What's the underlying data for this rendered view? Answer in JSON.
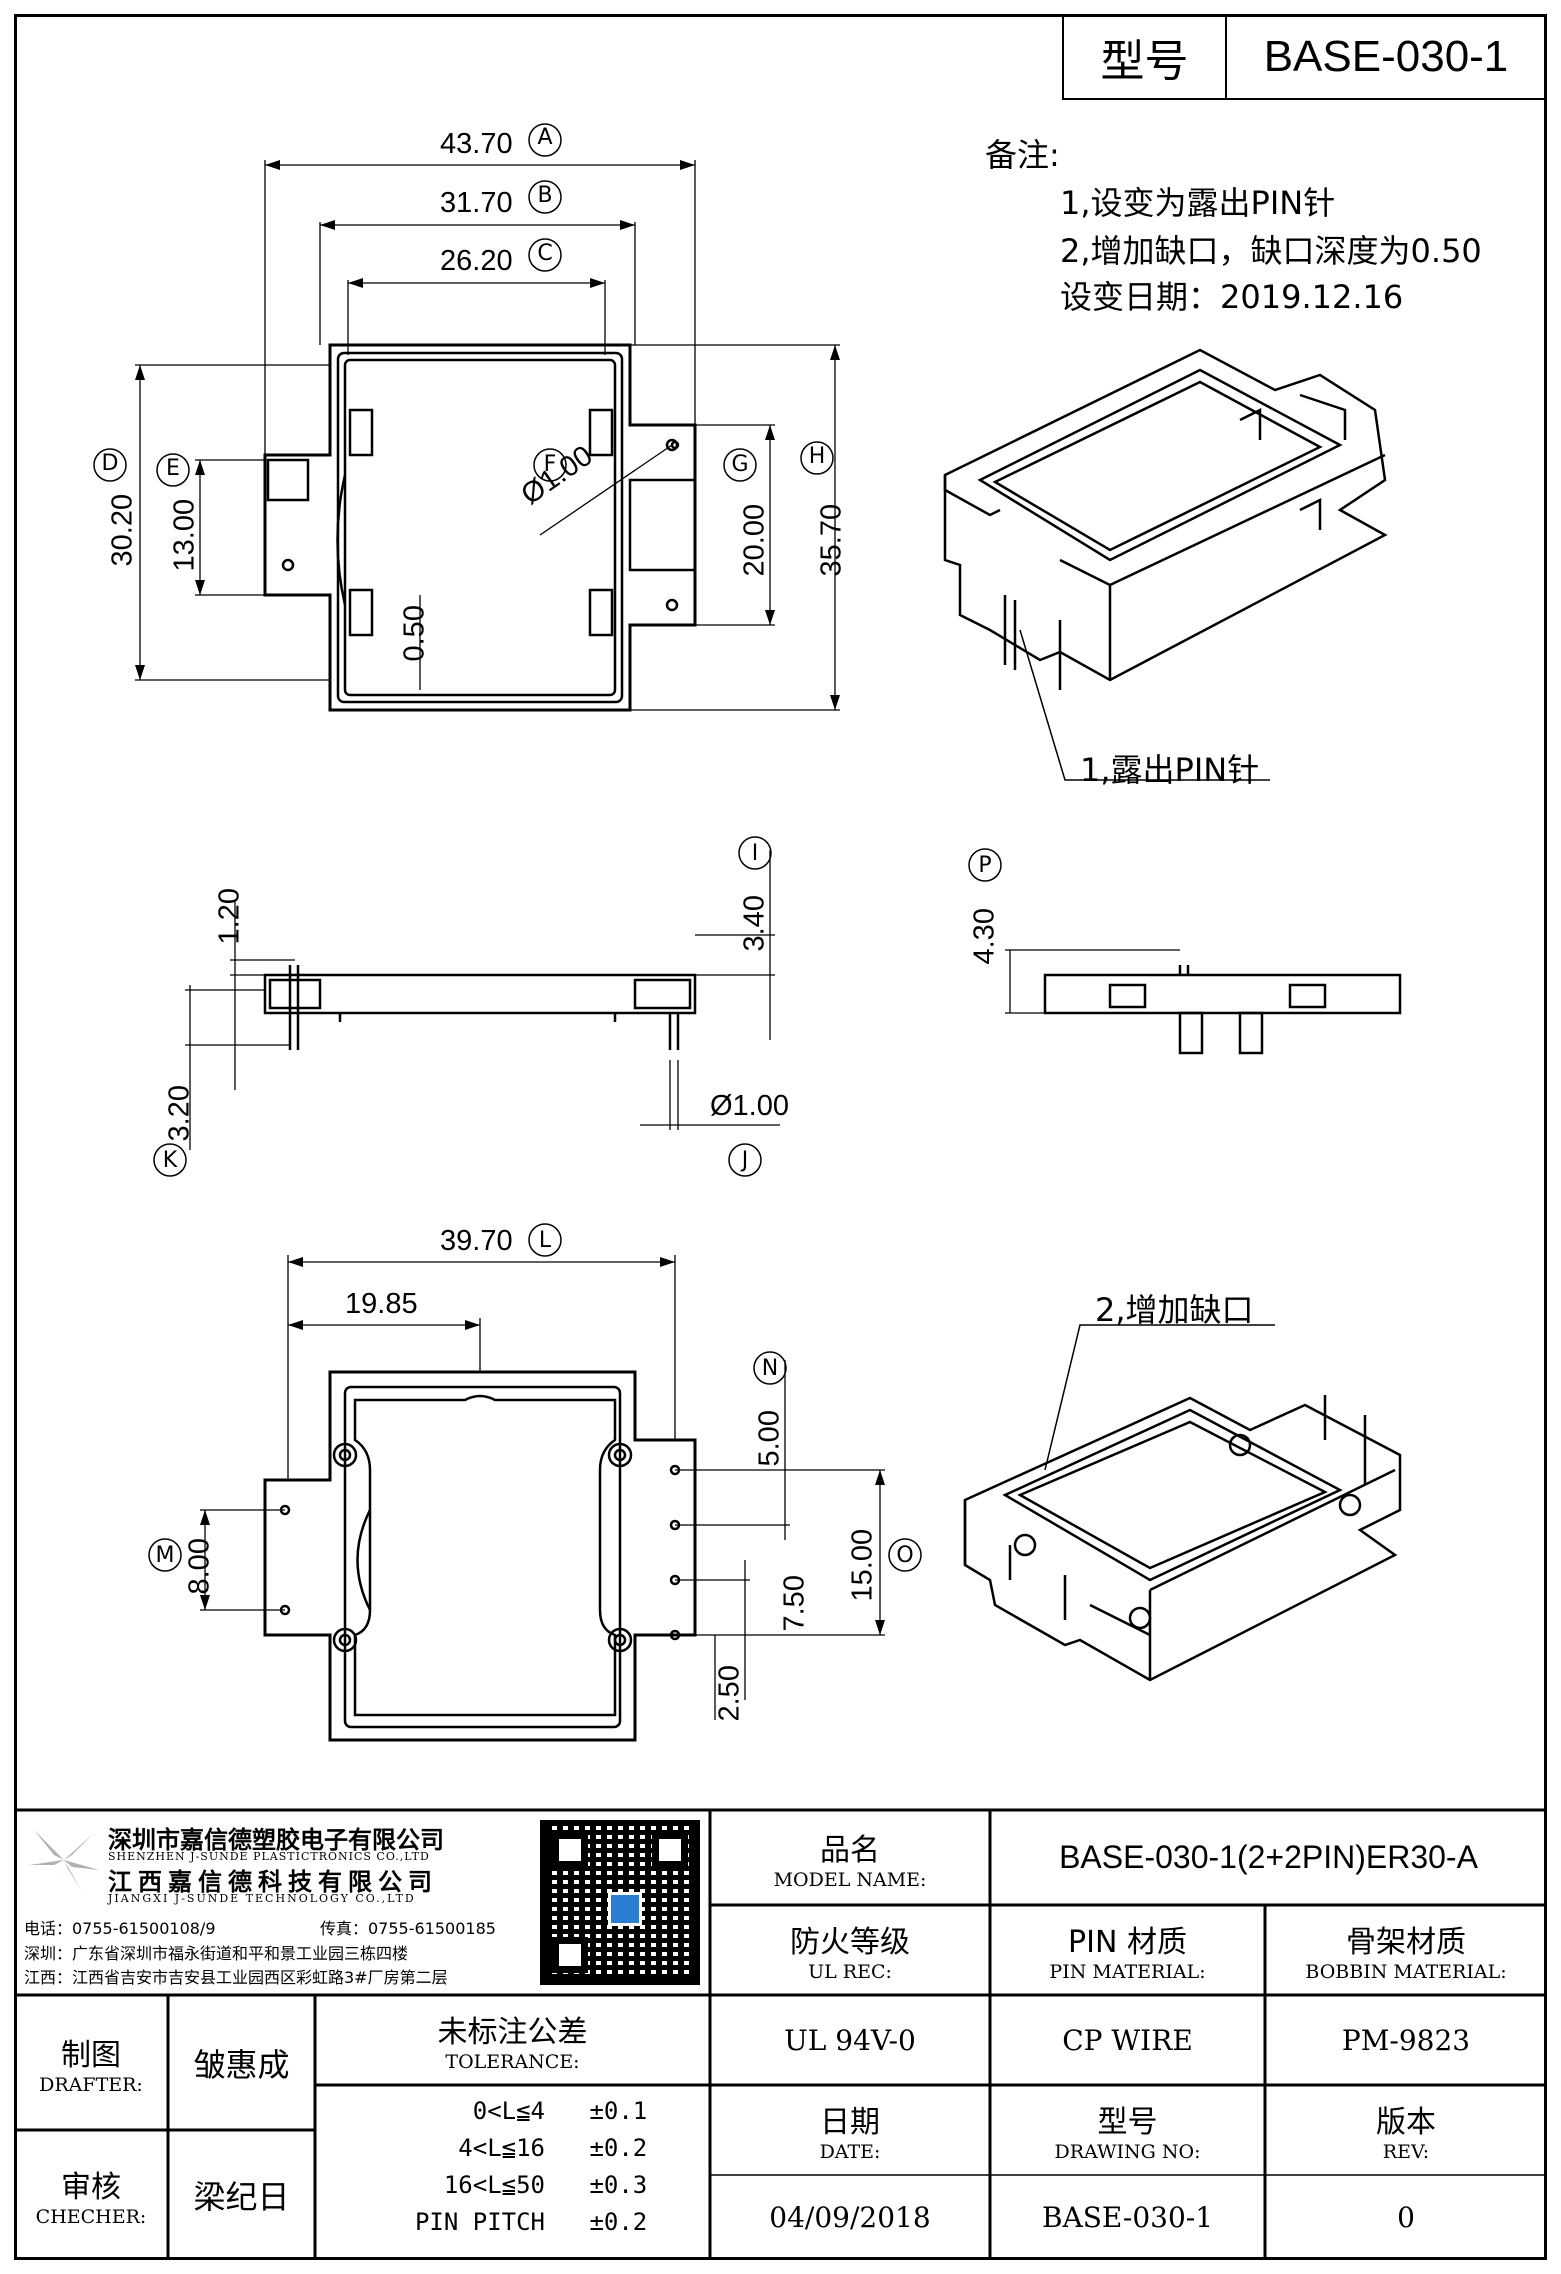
{
  "header": {
    "model_label": "型号",
    "model_value": "BASE-030-1"
  },
  "notes": {
    "title": "备注:",
    "line1": "1,设变为露出PIN针",
    "line2": "2,增加缺口，缺口深度为0.50",
    "line3": "设变日期：2019.12.16"
  },
  "callouts": {
    "pin": "1,露出PIN针",
    "notch": "2,增加缺口"
  },
  "dims": {
    "A": {
      "letter": "A",
      "value": "43.70"
    },
    "B": {
      "letter": "B",
      "value": "31.70"
    },
    "C": {
      "letter": "C",
      "value": "26.20"
    },
    "D": {
      "letter": "D",
      "value": "30.20"
    },
    "E": {
      "letter": "E",
      "value": "13.00"
    },
    "F": {
      "letter": "F",
      "value": "Ø1.00"
    },
    "G": {
      "letter": "G",
      "value": "20.00"
    },
    "H": {
      "letter": "H",
      "value": "35.70"
    },
    "notch_depth": "0.50",
    "I": {
      "letter": "I",
      "value": "3.40"
    },
    "side_top": "1.20",
    "K": {
      "letter": "K",
      "value": "3.20"
    },
    "J": {
      "letter": "J",
      "value": "Ø1.00"
    },
    "P": {
      "letter": "P",
      "value": "4.30"
    },
    "L": {
      "letter": "L",
      "value": "39.70"
    },
    "half": "19.85",
    "M": {
      "letter": "M",
      "value": "8.00"
    },
    "N": {
      "letter": "N",
      "value": "5.00"
    },
    "pitch": "7.50",
    "O": {
      "letter": "O",
      "value": "15.00"
    },
    "bottom": "2.50"
  },
  "company": {
    "name_cn": "深圳市嘉信德塑胶电子有限公司",
    "name_en": "SHENZHEN J-SUNDE PLASTICTRONICS CO.,LTD",
    "name2_cn": "江西嘉信德科技有限公司",
    "name2_en": "JIANGXI J-SUNDE TECHNOLOGY CO.,LTD",
    "phone": "电话：0755-61500108/9",
    "fax": "传真：0755-61500185",
    "addr1": "深圳：广东省深圳市福永街道和平和景工业园三栋四楼",
    "addr2": "江西：江西省吉安市吉安县工业园西区彩虹路3#厂房第二层"
  },
  "title_block": {
    "model_name_cn": "品名",
    "model_name_en": "MODEL NAME:",
    "model_name_value": "BASE-030-1(2+2PIN)ER30-A",
    "ul_cn": "防火等级",
    "ul_en": "UL REC:",
    "pin_cn": "PIN 材质",
    "pin_en": "PIN MATERIAL:",
    "bobbin_cn": "骨架材质",
    "bobbin_en": "BOBBIN MATERIAL:",
    "ul_value": "UL 94V-0",
    "pin_value": "CP WIRE",
    "bobbin_value": "PM-9823",
    "drafter_cn": "制图",
    "drafter_en": "DRAFTER:",
    "drafter_name": "皱惠成",
    "checker_cn": "审核",
    "checker_en": "CHECHER:",
    "checker_name": "梁纪日",
    "tol_cn": "未标注公差",
    "tol_en": "TOLERANCE:",
    "tolerances": [
      {
        "range": "0<L≦4",
        "value": "±0.1"
      },
      {
        "range": "4<L≦16",
        "value": "±0.2"
      },
      {
        "range": "16<L≦50",
        "value": "±0.3"
      },
      {
        "range": "PIN PITCH",
        "value": "±0.2"
      }
    ],
    "date_cn": "日期",
    "date_en": "DATE:",
    "drawing_cn": "型号",
    "drawing_en": "DRAWING NO:",
    "rev_cn": "版本",
    "rev_en": "REV:",
    "date_value": "04/09/2018",
    "drawing_value": "BASE-030-1",
    "rev_value": "0"
  }
}
